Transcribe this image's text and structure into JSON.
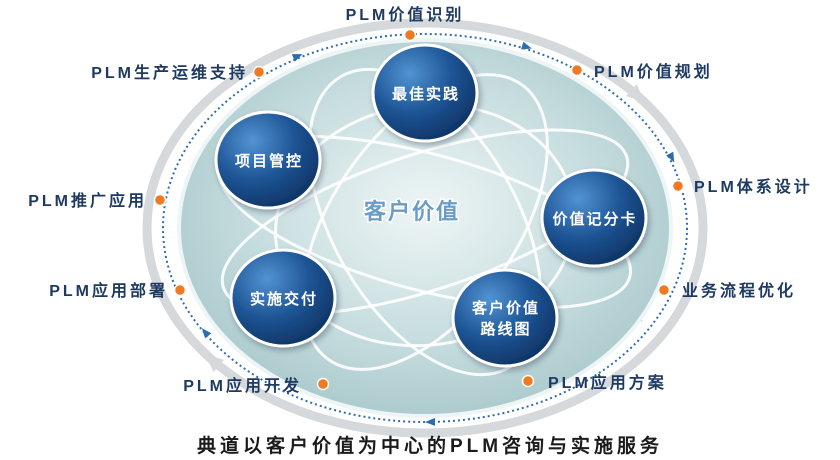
{
  "diagram": {
    "center_label": "客户价值",
    "caption": "典道以客户价值为中心的PLM咨询与实施服务",
    "stages": [
      "PLM价值识别",
      "PLM价值规划",
      "PLM体系设计",
      "业务流程优化",
      "PLM应用方案",
      "PLM应用开发",
      "PLM应用部署",
      "PLM推广应用",
      "PLM生产运维支持"
    ],
    "nodes": [
      {
        "lines": [
          "最佳实践"
        ]
      },
      {
        "lines": [
          "项目管控"
        ]
      },
      {
        "lines": [
          "价值记分卡"
        ]
      },
      {
        "lines": [
          "实施交付"
        ]
      },
      {
        "lines": [
          "客户价值",
          "路线图"
        ]
      }
    ]
  },
  "colors": {
    "node_fill": "#1d5494",
    "stage_dot": "#f07a22",
    "dotted_ring": "#2c6cb0",
    "core_fill": "#c5dcde",
    "label_text": "#1e3a62",
    "center_text": "#6a9cc8",
    "outer_ring": "#d5d9dc"
  }
}
